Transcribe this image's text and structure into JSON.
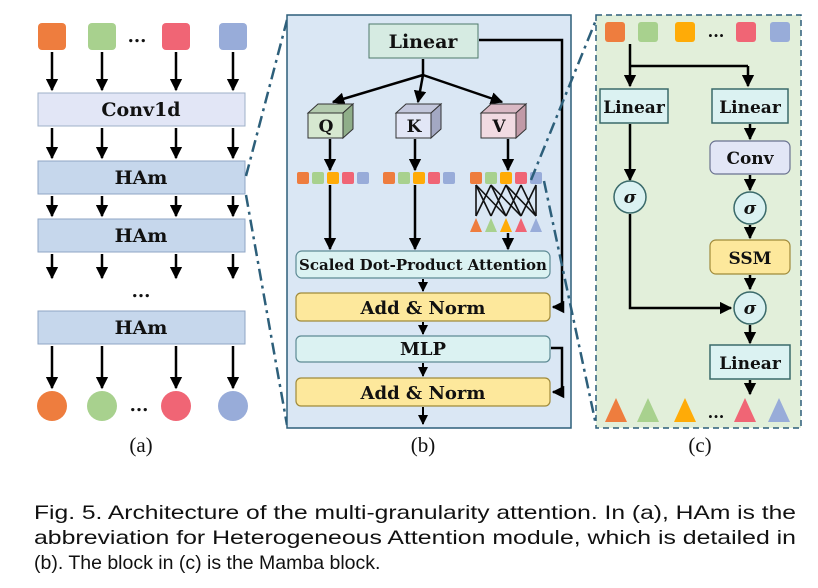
{
  "colors": {
    "orange": "#ee7d3e",
    "green": "#a8d18e",
    "amber": "#ffab07",
    "red": "#f06575",
    "blue": "#98acd9",
    "panel_b_bg": "#dae7f4",
    "panel_c_bg": "#e2efda",
    "box_blue": "#c6d7ec",
    "box_cyan": "#dbf2f2",
    "box_yellow": "#fde89c",
    "box_lavender": "#e2e6f6",
    "box_pink": "#f1dbe2",
    "box_green": "#d6e8d0"
  },
  "panel_a": {
    "ellipsis": "...",
    "conv_label": "Conv1d",
    "ham_labels": [
      "HAm",
      "HAm",
      "HAm"
    ],
    "sublabel": "(a)"
  },
  "panel_b": {
    "linear_label": "Linear",
    "q_label": "Q",
    "k_label": "K",
    "v_label": "V",
    "attention_label": "Scaled Dot-Product Attention",
    "addnorm_labels": [
      "Add & Norm",
      "Add & Norm"
    ],
    "mlp_label": "MLP",
    "sublabel": "(b)"
  },
  "panel_c": {
    "linear_left": "Linear",
    "linear_right": "Linear",
    "conv_label": "Conv",
    "sigma": "σ",
    "ssm_label": "SSM",
    "linear_bottom": "Linear",
    "ellipsis": "...",
    "sublabel": "(c)"
  },
  "caption": {
    "lines": [
      "Fig. 5. Architecture of the multi-granularity attention. In (a), HAm is the",
      "abbreviation for Heterogeneous Attention module, which is detailed in",
      "(b). The block in (c) is the Mamba block."
    ]
  }
}
